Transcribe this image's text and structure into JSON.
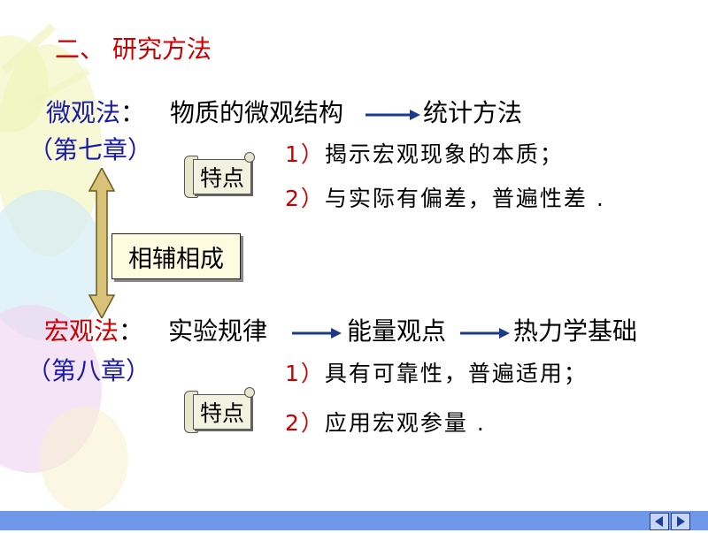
{
  "section_title": "二、 研究方法",
  "micro": {
    "label": "微观法",
    "colon": "：",
    "subject": "物质的微观结构",
    "method": "统计方法",
    "chapter": "（第七章）",
    "feature_label": "特点",
    "points": [
      {
        "num": "1）",
        "text": "揭示宏观现象的本质；"
      },
      {
        "num": "2）",
        "text": "与实际有偏差，普遍性差 ."
      }
    ]
  },
  "complement_label": "相辅相成",
  "macro": {
    "label": "宏观法",
    "colon": "：",
    "step1": "实验规律",
    "step2": "能量观点",
    "step3": "热力学基础",
    "chapter": "（第八章）",
    "feature_label": "特点",
    "points": [
      {
        "num": "1）",
        "text": "具有可靠性，普遍适用；"
      },
      {
        "num": "2）",
        "text": "应用宏观参量 ."
      }
    ]
  },
  "nav": {
    "prev": "prev-icon",
    "next": "next-icon"
  },
  "colors": {
    "title": "#cc0000",
    "micro_label": "#1a1aa6",
    "macro_label": "#cc0000",
    "accent": "#cc0000",
    "bar": "#6f98ea"
  }
}
